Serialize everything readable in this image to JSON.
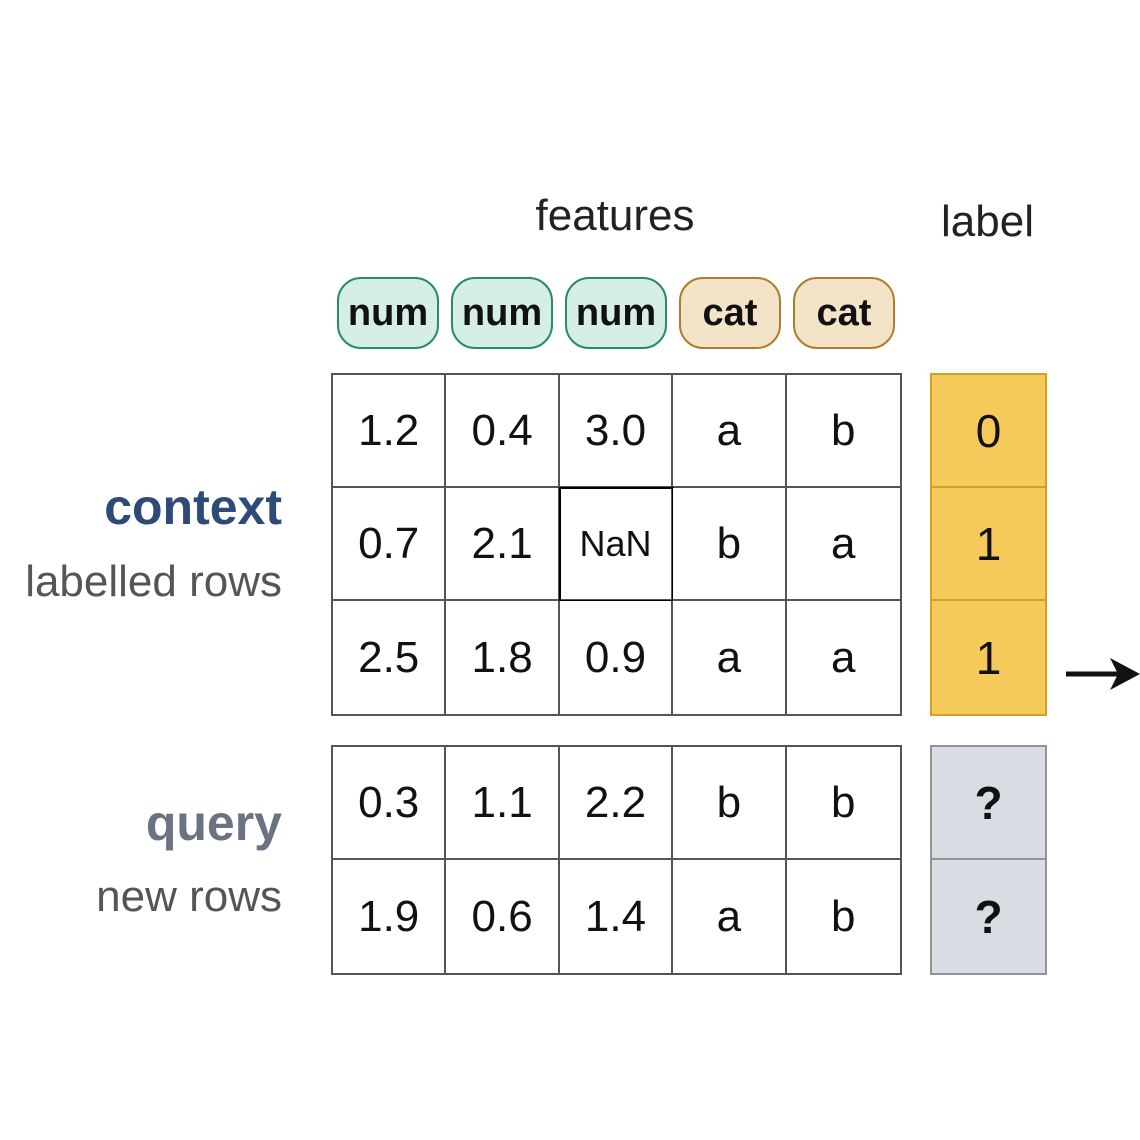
{
  "headings": {
    "features": "features",
    "label": "label"
  },
  "feature_types": [
    {
      "text": "num",
      "kind": "num"
    },
    {
      "text": "num",
      "kind": "num"
    },
    {
      "text": "num",
      "kind": "num"
    },
    {
      "text": "cat",
      "kind": "cat"
    },
    {
      "text": "cat",
      "kind": "cat"
    }
  ],
  "context": {
    "title": "context",
    "subtitle": "labelled rows",
    "rows": [
      [
        "1.2",
        "0.4",
        "3.0",
        "a",
        "b"
      ],
      [
        "0.7",
        "2.1",
        "NaN",
        "b",
        "a"
      ],
      [
        "2.5",
        "1.8",
        "0.9",
        "a",
        "a"
      ]
    ],
    "labels": [
      "0",
      "1",
      "1"
    ]
  },
  "query": {
    "title": "query",
    "subtitle": "new rows",
    "rows": [
      [
        "0.3",
        "1.1",
        "2.2",
        "b",
        "b"
      ],
      [
        "1.9",
        "0.6",
        "1.4",
        "a",
        "b"
      ]
    ],
    "labels": [
      "?",
      "?"
    ]
  },
  "colors": {
    "num_border": "#2a8a6e",
    "num_fill": "#d6efe6",
    "cat_border": "#b07c2c",
    "cat_fill": "#f3e4c8",
    "context_title": "#2e4a78",
    "query_title": "#6b7382",
    "label_fill": "#f5c95a",
    "query_label_fill": "#d9dde3"
  },
  "icons": {
    "arrow": "right-arrow-icon"
  }
}
